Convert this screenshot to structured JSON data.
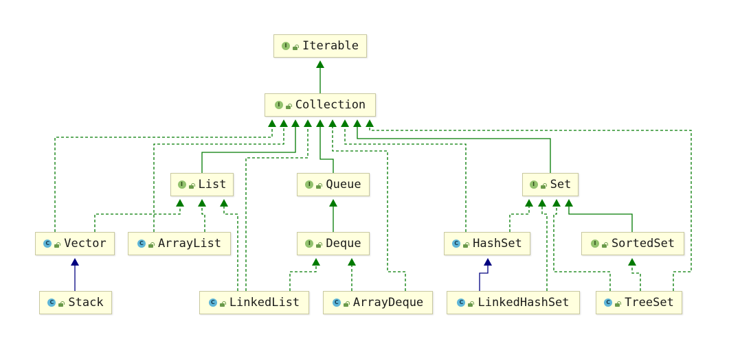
{
  "colors": {
    "inherit": "#007a00",
    "extends": "#00007f",
    "node_bg": "#ffffde",
    "node_border": "#c8c8a0",
    "interface_badge": "#93c26e",
    "class_badge": "#5fb6d8"
  },
  "nodes": {
    "iterable": {
      "label": "Iterable",
      "kind": "interface",
      "kind_letter": "I"
    },
    "collection": {
      "label": "Collection",
      "kind": "interface",
      "kind_letter": "I"
    },
    "list": {
      "label": "List",
      "kind": "interface",
      "kind_letter": "I"
    },
    "queue": {
      "label": "Queue",
      "kind": "interface",
      "kind_letter": "I"
    },
    "set": {
      "label": "Set",
      "kind": "interface",
      "kind_letter": "I"
    },
    "deque": {
      "label": "Deque",
      "kind": "interface",
      "kind_letter": "I"
    },
    "sortedset": {
      "label": "SortedSet",
      "kind": "interface",
      "kind_letter": "I"
    },
    "vector": {
      "label": "Vector",
      "kind": "class",
      "kind_letter": "C"
    },
    "arraylist": {
      "label": "ArrayList",
      "kind": "class",
      "kind_letter": "C"
    },
    "hashset": {
      "label": "HashSet",
      "kind": "class",
      "kind_letter": "C"
    },
    "stack": {
      "label": "Stack",
      "kind": "class",
      "kind_letter": "C"
    },
    "linkedlist": {
      "label": "LinkedList",
      "kind": "class",
      "kind_letter": "C"
    },
    "arraydeque": {
      "label": "ArrayDeque",
      "kind": "class",
      "kind_letter": "C"
    },
    "linkedhashset": {
      "label": "LinkedHashSet",
      "kind": "class",
      "kind_letter": "C"
    },
    "treeset": {
      "label": "TreeSet",
      "kind": "class",
      "kind_letter": "C"
    }
  },
  "edges": [
    {
      "from": "collection",
      "to": "iterable",
      "type": "extends-interface"
    },
    {
      "from": "list",
      "to": "collection",
      "type": "extends-interface"
    },
    {
      "from": "queue",
      "to": "collection",
      "type": "extends-interface"
    },
    {
      "from": "set",
      "to": "collection",
      "type": "extends-interface"
    },
    {
      "from": "deque",
      "to": "queue",
      "type": "extends-interface"
    },
    {
      "from": "sortedset",
      "to": "set",
      "type": "extends-interface"
    },
    {
      "from": "vector",
      "to": "collection",
      "type": "implements"
    },
    {
      "from": "arraylist",
      "to": "collection",
      "type": "implements"
    },
    {
      "from": "linkedlist",
      "to": "collection",
      "type": "implements"
    },
    {
      "from": "arraydeque",
      "to": "collection",
      "type": "implements"
    },
    {
      "from": "hashset",
      "to": "collection",
      "type": "implements"
    },
    {
      "from": "treeset",
      "to": "collection",
      "type": "implements"
    },
    {
      "from": "vector",
      "to": "list",
      "type": "implements"
    },
    {
      "from": "arraylist",
      "to": "list",
      "type": "implements"
    },
    {
      "from": "linkedlist",
      "to": "list",
      "type": "implements"
    },
    {
      "from": "linkedlist",
      "to": "deque",
      "type": "implements"
    },
    {
      "from": "arraydeque",
      "to": "deque",
      "type": "implements"
    },
    {
      "from": "hashset",
      "to": "set",
      "type": "implements"
    },
    {
      "from": "linkedhashset",
      "to": "set",
      "type": "implements"
    },
    {
      "from": "treeset",
      "to": "set",
      "type": "implements"
    },
    {
      "from": "treeset",
      "to": "sortedset",
      "type": "implements"
    },
    {
      "from": "stack",
      "to": "vector",
      "type": "extends-class"
    },
    {
      "from": "linkedhashset",
      "to": "hashset",
      "type": "extends-class"
    }
  ]
}
